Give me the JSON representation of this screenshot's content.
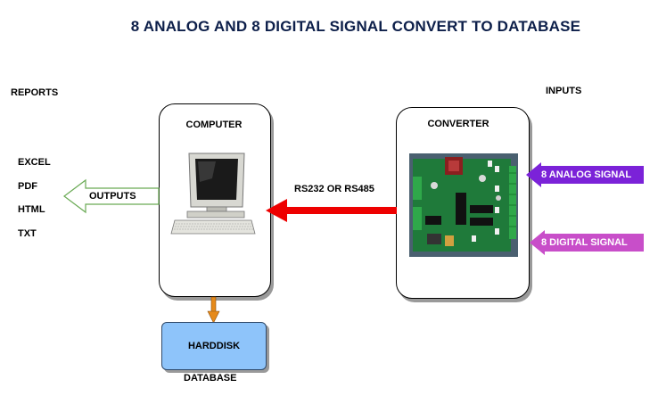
{
  "title": "8 ANALOG AND 8 DIGITAL SIGNAL  CONVERT TO  DATABASE",
  "reports": {
    "heading": "REPORTS",
    "items": [
      "EXCEL",
      "PDF",
      "HTML",
      "TXT"
    ]
  },
  "inputs": {
    "heading": "INPUTS"
  },
  "computer": {
    "label": "COMPUTER"
  },
  "converter": {
    "label": "CONVERTER"
  },
  "outputs_label": "OUTPUTS",
  "link_label": "RS232 OR RS485",
  "analog_signal": "8 ANALOG SIGNAL",
  "digital_signal": "8 DIGITAL SIGNAL",
  "harddisk": {
    "label": "HARDDISK",
    "caption": "DATABASE"
  },
  "colors": {
    "title": "#0d1f4a",
    "harddisk_fill": "#8ec4fa",
    "rs_arrow": "#ee0000",
    "analog_arrow": "#7b22d8",
    "digital_arrow": "#c84ec9",
    "outputs_arrow_stroke": "#6aaa55",
    "db_arrow": "#e68a1a"
  }
}
